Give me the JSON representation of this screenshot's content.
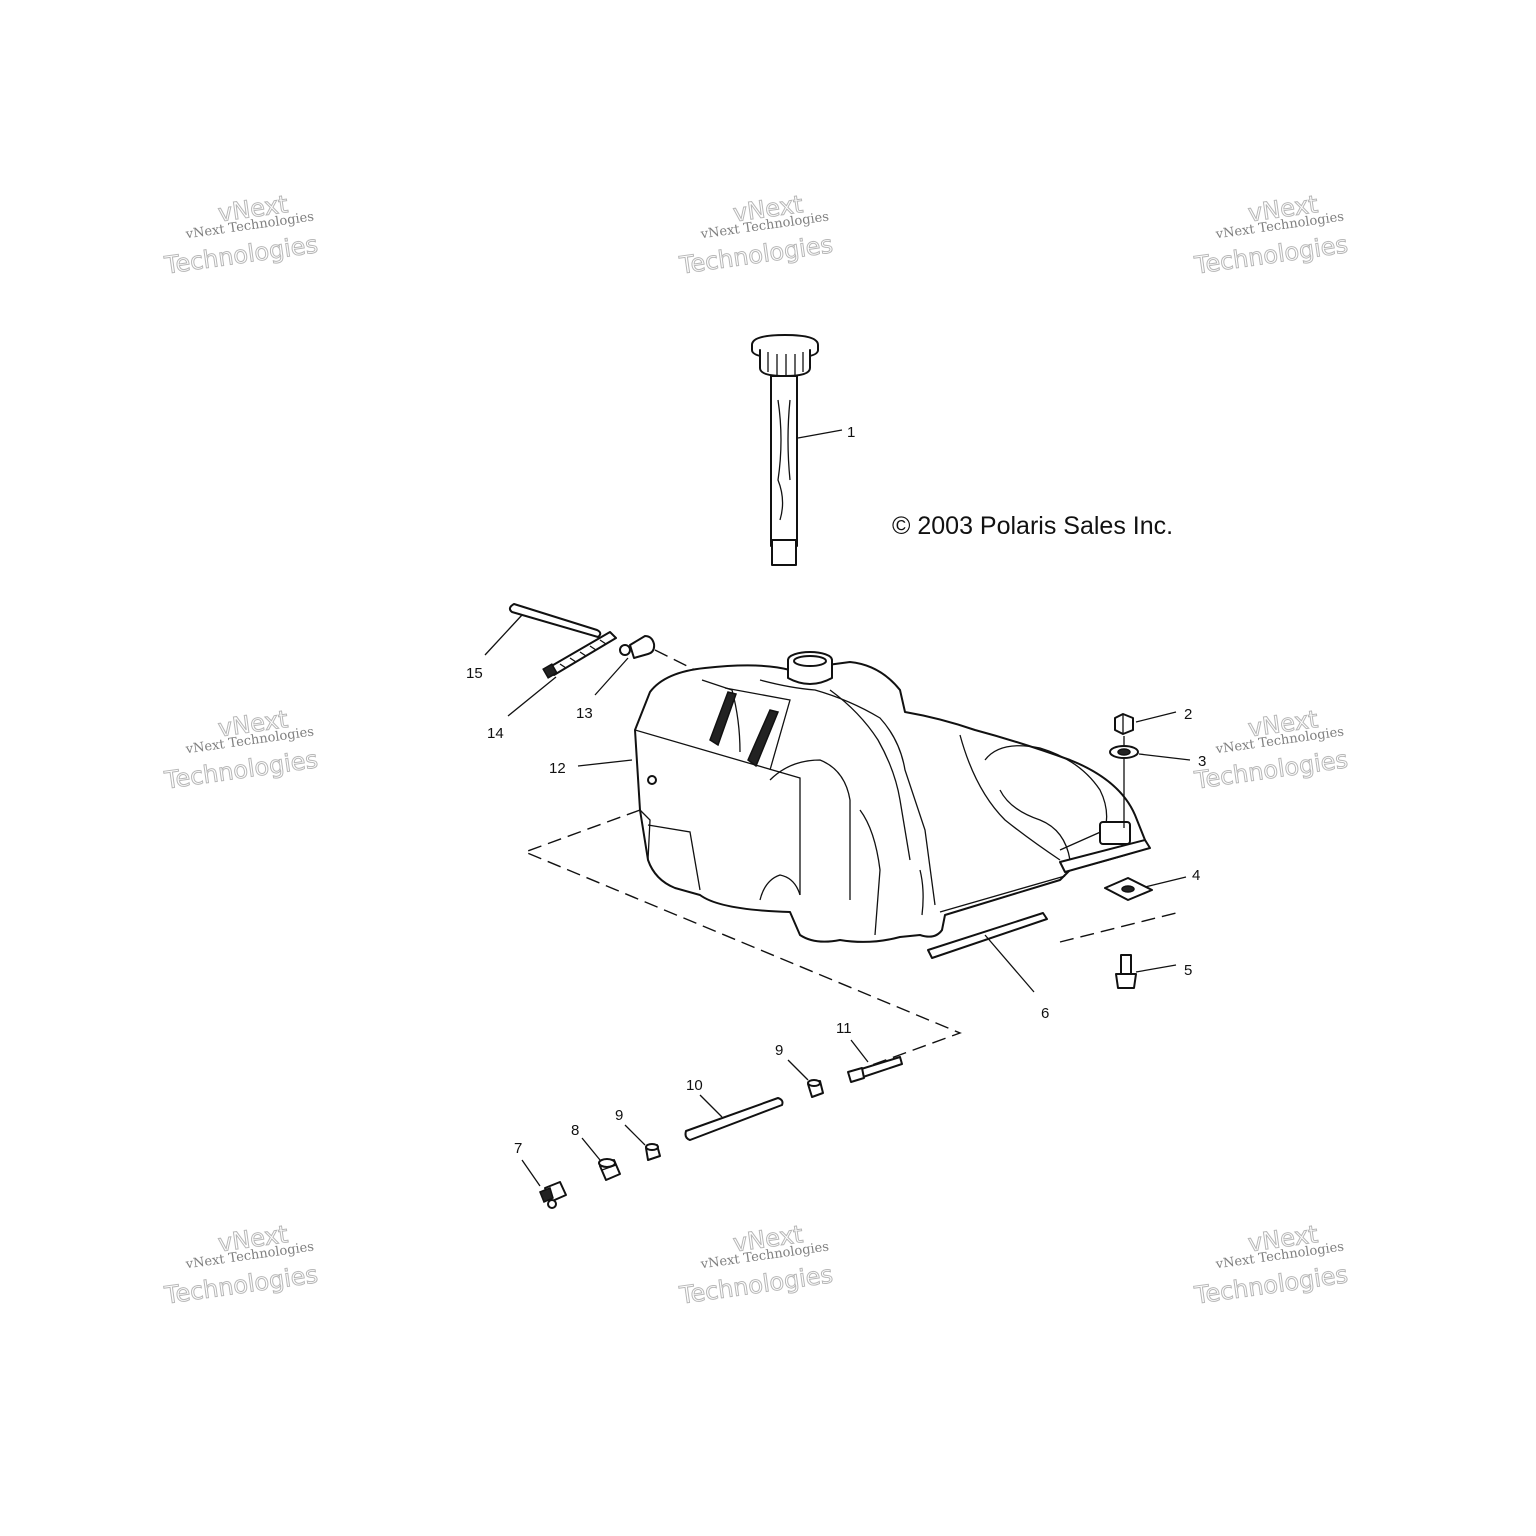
{
  "copyright": "© 2003 Polaris Sales Inc.",
  "watermark": {
    "line1": "vNext Technologies",
    "line2": "vNext",
    "line3": "Technologies"
  },
  "callouts": {
    "c1": "1",
    "c2": "2",
    "c3": "3",
    "c4": "4",
    "c5": "5",
    "c6": "6",
    "c7": "7",
    "c8": "8",
    "c9a": "9",
    "c9b": "9",
    "c10": "10",
    "c11": "11",
    "c12": "12",
    "c13": "13",
    "c14": "14",
    "c15": "15"
  }
}
